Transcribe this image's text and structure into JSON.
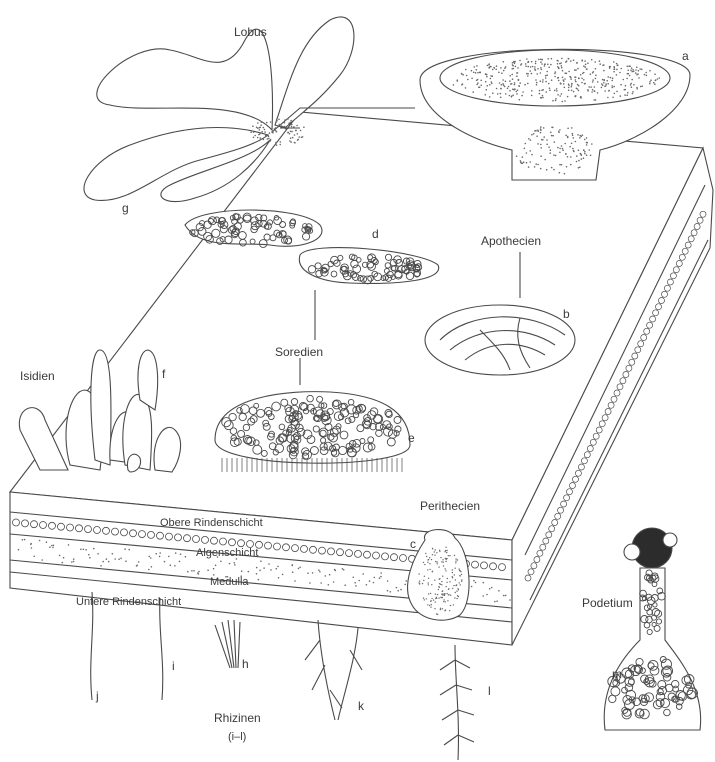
{
  "labels": {
    "lobus": "Lobus",
    "a": "a",
    "g": "g",
    "d": "d",
    "apothecien": "Apothecien",
    "b": "b",
    "soredien": "Soredien",
    "isidien": "Isidien",
    "f": "f",
    "e": "e",
    "perithecien": "Perithecien",
    "obere_rindenschicht": "Obere Rindenschicht",
    "c": "c",
    "algenschicht": "Algenschicht",
    "medulla": "Medulla",
    "untere_rindenschicht": "Untere Rindenschicht",
    "podetium": "Podetium",
    "m": "m",
    "j1": "j",
    "i": "i",
    "h": "h",
    "rhizinen": "Rhizinen",
    "rhizinen_range": "(i–l)",
    "k": "k",
    "l": "l"
  },
  "colors": {
    "ink": "#4a4a4a",
    "stipple": "#6a6a6a",
    "background": "#ffffff"
  }
}
